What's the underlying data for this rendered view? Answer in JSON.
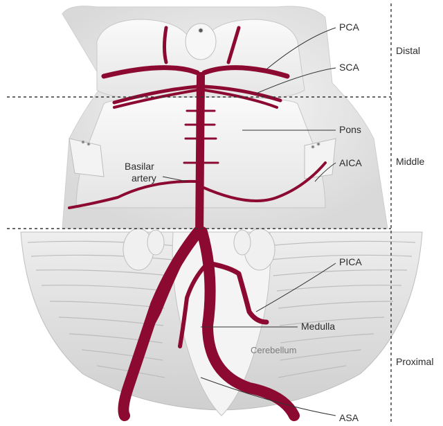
{
  "diagram": {
    "colors": {
      "artery": "#8c0a32",
      "tissue": "#e6e6e6",
      "tissue_light": "#f2f2f2",
      "tissue_dark": "#b9b9b9",
      "text": "#2b2b2b"
    },
    "labels": {
      "pca": "PCA",
      "sca": "SCA",
      "pons": "Pons",
      "aica": "AICA",
      "basilar_line1": "Basilar",
      "basilar_line2": "artery",
      "pica": "PICA",
      "medulla": "Medulla",
      "cerebellum": "Cerebellum",
      "asa": "ASA"
    },
    "regions": {
      "distal": "Distal",
      "middle": "Middle",
      "proximal": "Proximal"
    }
  }
}
